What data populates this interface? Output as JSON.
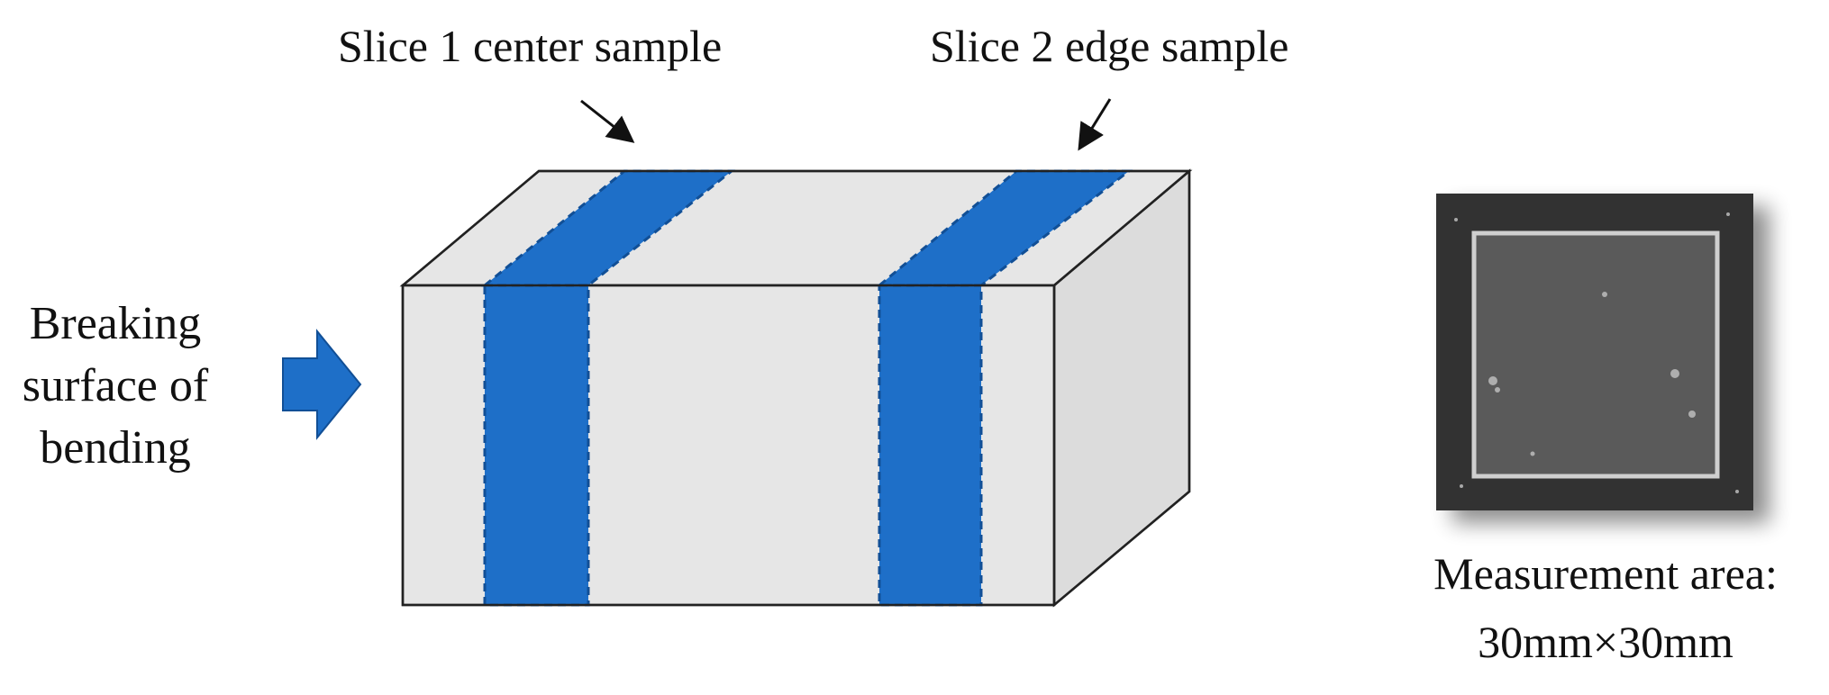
{
  "labels": {
    "slice1": "Slice 1 center sample",
    "slice2": "Slice 2 edge sample",
    "breaking_line1": "Breaking",
    "breaking_line2": "surface of",
    "breaking_line3": "bending",
    "measurement_line1": "Measurement area:",
    "measurement_line2": "30mm×30mm"
  },
  "colors": {
    "slice_blue": "#1e6fc8",
    "slice_dash": "#114f96",
    "block_fill": "#e8e8e8",
    "sample_dark": "#333333",
    "sample_inner": "#5a5a5a",
    "sample_border": "#cfcfcf"
  }
}
